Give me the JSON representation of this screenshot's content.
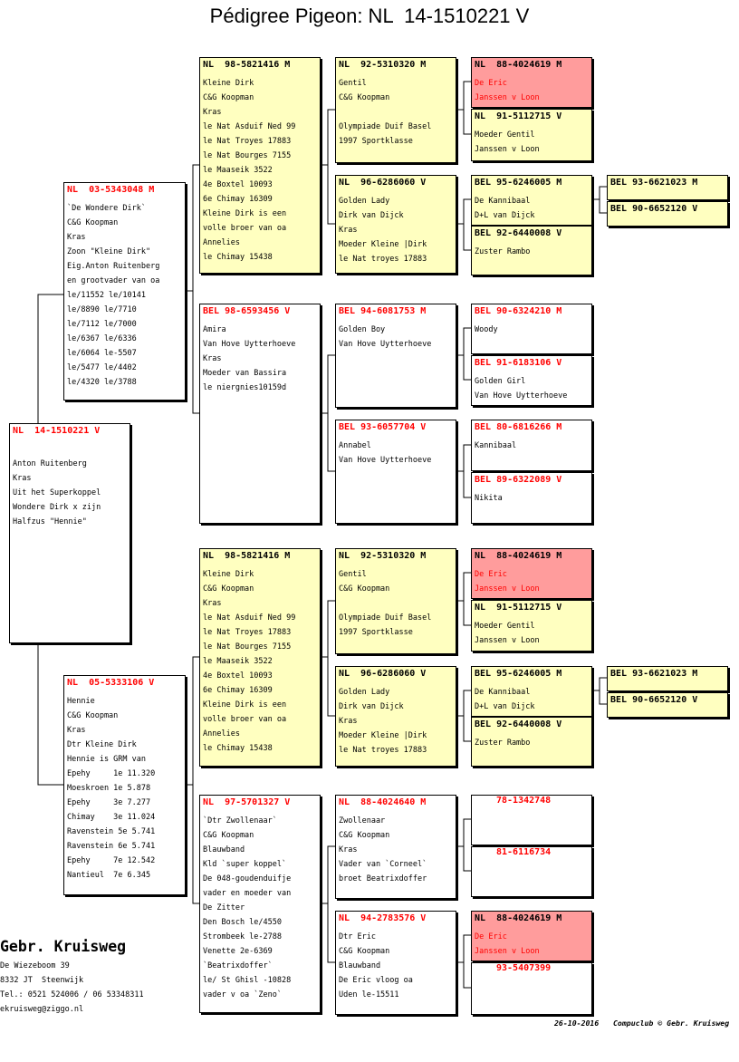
{
  "title": "Pédigree Pigeon: NL  14-1510221 V",
  "colors": {
    "yellow": "#ffffc0",
    "pink": "#ff9c9c",
    "red": "#ff0000",
    "ink": "#000000"
  },
  "pedigree": {
    "subject": {
      "fill": "white",
      "ring": "NL  14-1510221 V",
      "lines": [
        "",
        "Anton Ruitenberg",
        "Kras",
        "Uit het Superkoppel",
        "Wondere Dirk x zijn",
        "Halfzus \"Hennie\""
      ]
    },
    "f": {
      "fill": "white",
      "ring": "NL  03-5343048 M",
      "lines": [
        "`De Wondere Dirk`",
        "C&G Koopman",
        "Kras",
        "Zoon \"Kleine Dirk\"",
        "Eig.Anton Ruitenberg",
        "en grootvader van oa",
        "le/11552 le/10141",
        "le/8890 le/7710",
        "le/7112 le/7000",
        "le/6367 le/6336",
        "le/6064 le-5507",
        "le/5477 le/4402",
        "le/4320 le/3788"
      ]
    },
    "m": {
      "fill": "white",
      "ring": "NL  05-5333106 V",
      "lines": [
        "Hennie",
        "C&G Koopman",
        "Kras",
        "Dtr Kleine Dirk",
        "Hennie is GRM van",
        "Epehy     1e 11.320",
        "Moeskroen 1e 5.878",
        "Epehy     3e 7.277",
        "Chimay    3e 11.024",
        "Ravenstein 5e 5.741",
        "Ravenstein 6e 5.741",
        "Epehy     7e 12.542",
        "Nantieul  7e 6.345"
      ]
    },
    "ff": {
      "fill": "yellow",
      "ring": "NL  98-5821416 M",
      "lines": [
        "Kleine Dirk",
        "C&G Koopman",
        "Kras",
        "le Nat Asduif Ned 99",
        "le Nat Troyes 17883",
        "le Nat Bourges 7155",
        "le Maaseik 3522",
        "4e Boxtel 10093",
        "6e Chimay 16309",
        "Kleine Dirk is een",
        "volle broer van oa",
        "Annelies",
        "le Chimay 15438"
      ]
    },
    "fm": {
      "fill": "white",
      "ring": "BEL 98-6593456 V",
      "lines": [
        "Amira",
        "Van Hove Uytterhoeve",
        "Kras",
        "Moeder van Bassira",
        "le niergnies10159d"
      ]
    },
    "mf": {
      "fill": "yellow",
      "ring": "NL  98-5821416 M",
      "lines": [
        "Kleine Dirk",
        "C&G Koopman",
        "Kras",
        "le Nat Asduif Ned 99",
        "le Nat Troyes 17883",
        "le Nat Bourges 7155",
        "le Maaseik 3522",
        "4e Boxtel 10093",
        "6e Chimay 16309",
        "Kleine Dirk is een",
        "volle broer van oa",
        "Annelies",
        "le Chimay 15438"
      ]
    },
    "mm": {
      "fill": "white",
      "ring": "NL  97-5701327 V",
      "lines": [
        "`Dtr Zwollenaar`",
        "C&G Koopman",
        "Blauwband",
        "Kld `super koppel`",
        "De 048-goudenduifje",
        "vader en moeder van",
        "De Zitter",
        "Den Bosch le/4550",
        "Strombeek le-2788",
        "Venette 2e-6369",
        "`Beatrixdoffer`",
        "le/ St Ghisl -10828",
        "vader v oa `Zeno`"
      ]
    },
    "fff": {
      "fill": "yellow",
      "ring": "NL  92-5310320 M",
      "lines": [
        "Gentil",
        "C&G Koopman",
        "",
        "Olympiade Duif Basel",
        "1997 Sportklasse"
      ]
    },
    "ffm": {
      "fill": "yellow",
      "ring": "NL  96-6286060 V",
      "lines": [
        "Golden Lady",
        "Dirk van Dijck",
        "Kras",
        "Moeder Kleine |Dirk",
        "le Nat troyes 17883"
      ]
    },
    "fmf": {
      "fill": "white",
      "ring": "BEL 94-6081753 M",
      "lines": [
        "Golden Boy",
        "Van Hove Uytterhoeve"
      ]
    },
    "fmm": {
      "fill": "white",
      "ring": "BEL 93-6057704 V",
      "lines": [
        "Annabel",
        "Van Hove Uytterhoeve"
      ]
    },
    "mff": {
      "fill": "yellow",
      "ring": "NL  92-5310320 M",
      "lines": [
        "Gentil",
        "C&G Koopman",
        "",
        "Olympiade Duif Basel",
        "1997 Sportklasse"
      ]
    },
    "mfm": {
      "fill": "yellow",
      "ring": "NL  96-6286060 V",
      "lines": [
        "Golden Lady",
        "Dirk van Dijck",
        "Kras",
        "Moeder Kleine |Dirk",
        "le Nat troyes 17883"
      ]
    },
    "mmf": {
      "fill": "white",
      "ring": "NL  88-4024640 M",
      "lines": [
        "Zwollenaar",
        "C&G Koopman",
        "Kras",
        "Vader van `Corneel`",
        "broet Beatrixdoffer"
      ]
    },
    "mmm": {
      "fill": "white",
      "ring": "NL  94-2783576 V",
      "lines": [
        "Dtr Eric",
        "C&G Koopman",
        "Blauwband",
        "De Eric vloog oa",
        "Uden le-15511"
      ]
    },
    "ffff": {
      "fill": "pink",
      "ring": "NL  88-4024619 M",
      "lines": [
        "De Eric",
        "Janssen v Loon"
      ]
    },
    "fffm": {
      "fill": "yellow",
      "ring": "NL  91-5112715 V",
      "lines": [
        "Moeder Gentil",
        "Janssen v Loon"
      ]
    },
    "ffmf": {
      "fill": "yellow",
      "ring": "BEL 95-6246005 M",
      "lines": [
        "De Kannibaal",
        "D+L van Dijck"
      ]
    },
    "ffmm": {
      "fill": "yellow",
      "ring": "BEL 92-6440008 V",
      "lines": [
        "Zuster Rambo"
      ]
    },
    "fmff": {
      "fill": "white",
      "ring": "BEL 90-6324210 M",
      "lines": [
        "Woody"
      ]
    },
    "fmfm": {
      "fill": "white",
      "ring": "BEL 91-6183106 V",
      "lines": [
        "Golden Girl",
        "Van Hove Uytterhoeve"
      ]
    },
    "fmmf": {
      "fill": "white",
      "ring": "BEL 80-6816266 M",
      "lines": [
        "Kannibaal"
      ]
    },
    "fmmm": {
      "fill": "white",
      "ring": "BEL 89-6322089 V",
      "lines": [
        "Nikita"
      ]
    },
    "mfff": {
      "fill": "pink",
      "ring": "NL  88-4024619 M",
      "lines": [
        "De Eric",
        "Janssen v Loon"
      ]
    },
    "mffm": {
      "fill": "yellow",
      "ring": "NL  91-5112715 V",
      "lines": [
        "Moeder Gentil",
        "Janssen v Loon"
      ]
    },
    "mfmf": {
      "fill": "yellow",
      "ring": "BEL 95-6246005 M",
      "lines": [
        "De Kannibaal",
        "D+L van Dijck"
      ]
    },
    "mfmm": {
      "fill": "yellow",
      "ring": "BEL 92-6440008 V",
      "lines": [
        "Zuster Rambo"
      ]
    },
    "mmff": {
      "fill": "white",
      "ring": "78-1342748",
      "lines": []
    },
    "mmfm": {
      "fill": "white",
      "ring": "81-6116734",
      "lines": []
    },
    "mmmf": {
      "fill": "pink",
      "ring": "NL  88-4024619 M",
      "lines": [
        "De Eric",
        "Janssen v Loon"
      ]
    },
    "mmmm": {
      "fill": "white",
      "ring": "93-5407399",
      "lines": []
    },
    "ffmff": {
      "fill": "yellow",
      "ring": "BEL 93-6621023 M",
      "lines": []
    },
    "ffmfm": {
      "fill": "yellow",
      "ring": "BEL 90-6652120 V",
      "lines": []
    },
    "mfmff": {
      "fill": "yellow",
      "ring": "BEL 93-6621023 M",
      "lines": []
    },
    "mfmfm": {
      "fill": "yellow",
      "ring": "BEL 90-6652120 V",
      "lines": []
    }
  },
  "breeder": {
    "name": "Gebr. Kruisweg",
    "address": "De Wiezeboom 39",
    "city": "8332 JT  Steenwijk",
    "phone": "Tel.: 0521 524006 / 06 53348311",
    "email": "ekruisweg@ziggo.nl"
  },
  "footer": {
    "date": "26-10-2016",
    "credit": "Compuclub © Gebr. Kruisweg"
  }
}
